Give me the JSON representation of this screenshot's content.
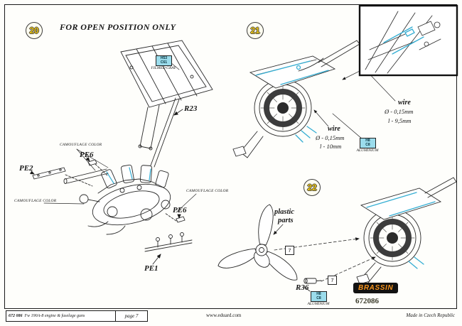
{
  "header": {
    "title": "FOR OPEN POSITION ONLY"
  },
  "steps": {
    "n20": "20",
    "n21": "21",
    "n22": "22"
  },
  "step20": {
    "labels": {
      "r23": "R23",
      "pe2": "PE2",
      "pe6_top": "PE6",
      "pe6_right": "PE6",
      "pe1": "PE1"
    },
    "camo": [
      "CAMOUFLAGE COLOR",
      "CAMOUFLAGE COLOR",
      "CAMOUFLAGE COLOR"
    ],
    "chip": {
      "code1": "H53",
      "code2": "C61",
      "caption": "FILMED GRAY"
    }
  },
  "step21": {
    "wire_right": {
      "title": "wire",
      "diameter": "Ø - 0,15mm",
      "length": "l - 9,5mm"
    },
    "wire_left": {
      "title": "wire",
      "diameter": "Ø - 0,15mm",
      "length": "l - 10mm"
    },
    "chip": {
      "code1": "H8",
      "code2": "C8",
      "caption": "ALUMINIUM"
    }
  },
  "step22": {
    "plastic_parts": {
      "line1": "plastic",
      "line2": "parts"
    },
    "part_refs": [
      "7",
      "7"
    ],
    "r36": "R36",
    "chip": {
      "code1": "H8",
      "code2": "C8",
      "caption": "ALUMINIUM"
    },
    "brand": {
      "logo": "BRASSIN",
      "catalog": "672086"
    }
  },
  "footer": {
    "catalog": "672 086",
    "product": "Fw 190A-8 engine & fuselage guns",
    "page": "page 7",
    "website": "www.eduard.com",
    "made_in": "Made in Czech Republic"
  },
  "colors": {
    "accent_cyan": "#35aed3",
    "chip_fill": "#9bdcec",
    "step_yellow": "#eec60f",
    "brassin_orange": "#f7941d"
  }
}
